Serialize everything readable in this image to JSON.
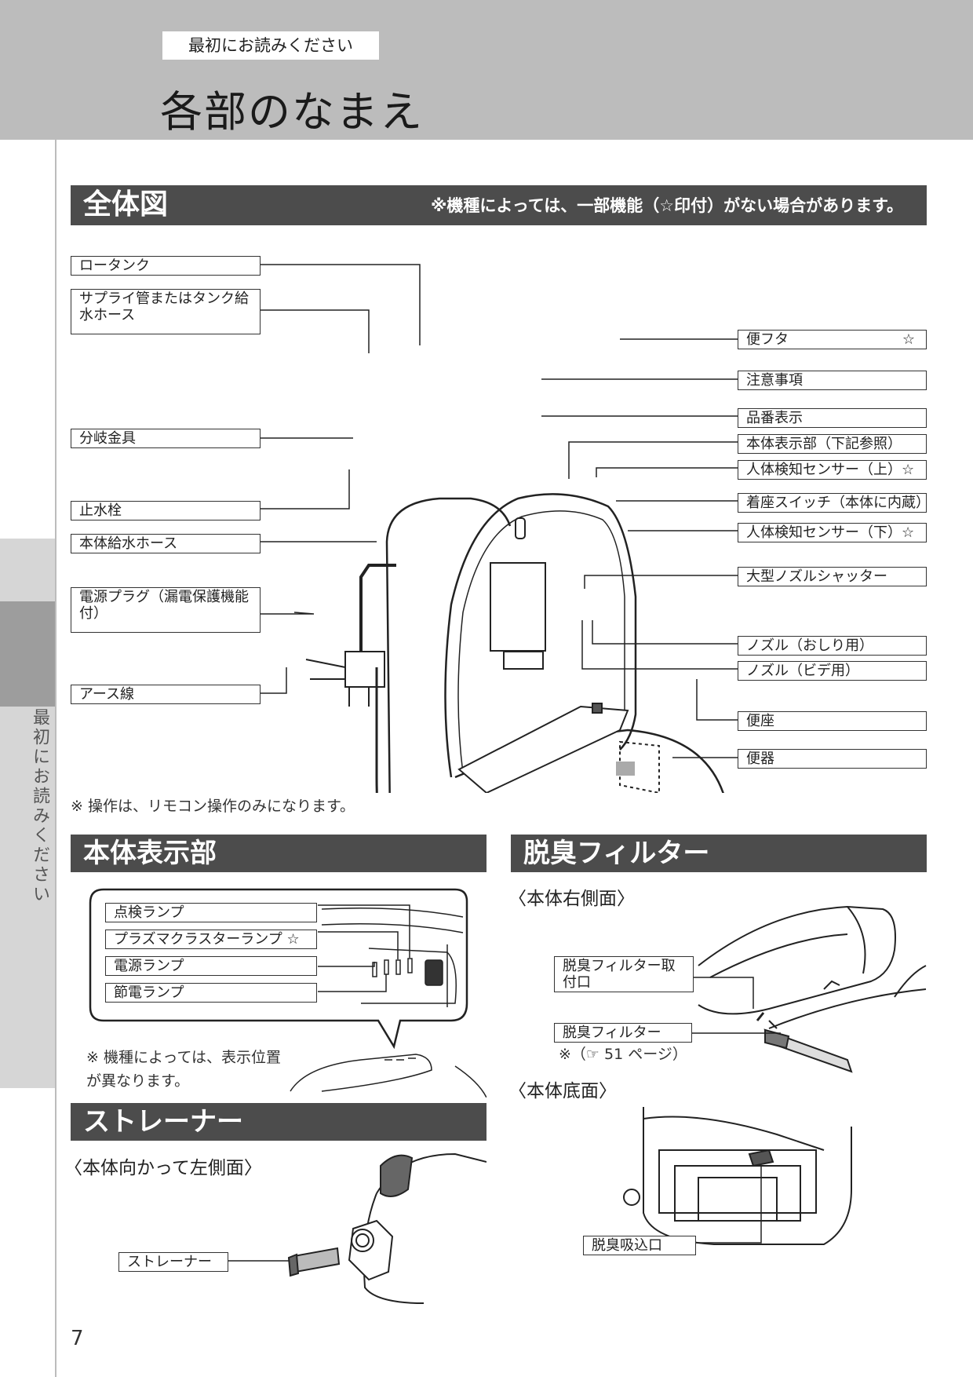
{
  "header": {
    "kicker": "最初にお読みください",
    "title": "各部のなまえ"
  },
  "side_tab": "最初にお読みください",
  "overall": {
    "title": "全体図",
    "note": "※機種によっては、一部機能（☆印付）がない場合があります。",
    "left_labels": [
      "ロータンク",
      "サプライ管またはタンク給水ホース",
      "分岐金具",
      "止水栓",
      "本体給水ホース",
      "電源プラグ（漏電保護機能付）",
      "アース線"
    ],
    "right_labels": [
      "便フタ",
      "注意事項",
      "品番表示",
      "本体表示部（下記参照）",
      "人体検知センサー（上）☆",
      "着座スイッチ（本体に内蔵）",
      "人体検知センサー（下）☆",
      "大型ノズルシャッター",
      "ノズル（おしり用）",
      "ノズル（ビデ用）",
      "便座",
      "便器"
    ],
    "star": "☆",
    "footnote": "※ 操作は、リモコン操作のみになります。"
  },
  "display": {
    "title": "本体表示部",
    "labels": [
      "点検ランプ",
      "プラズマクラスターランプ ☆",
      "電源ランプ",
      "節電ランプ"
    ],
    "note": "※ 機種によっては、表示位置が異なります。"
  },
  "strainer": {
    "title": "ストレーナー",
    "view": "〈本体向かって左側面〉",
    "label": "ストレーナー"
  },
  "filter": {
    "title": "脱臭フィルター",
    "view_right": "〈本体右側面〉",
    "mount_label": "脱臭フィルター取付口",
    "filter_label": "脱臭フィルター",
    "page_ref": "※（☞ 51 ページ）",
    "view_bottom": "〈本体底面〉",
    "intake_label": "脱臭吸込口"
  },
  "page_number": "7"
}
